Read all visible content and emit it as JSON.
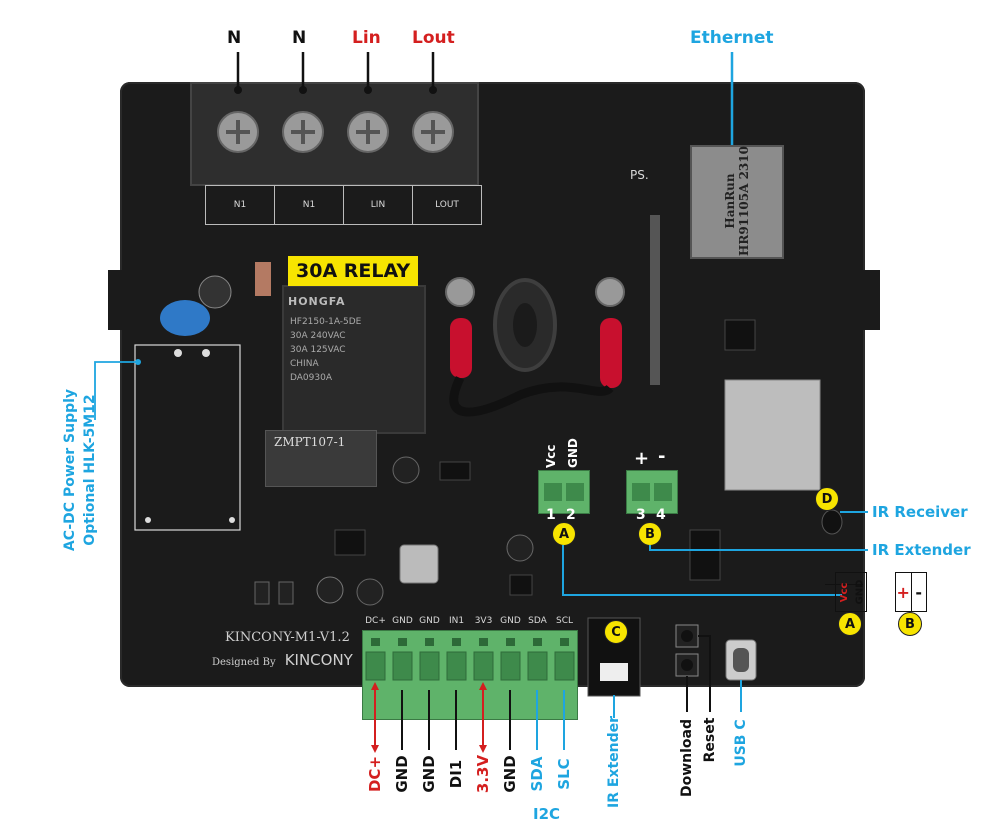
{
  "top_terminals": {
    "labels": [
      {
        "text": "N",
        "color": "#111111"
      },
      {
        "text": "N",
        "color": "#111111"
      },
      {
        "text": "Lin",
        "color": "#d41f1f"
      },
      {
        "text": "Lout",
        "color": "#d41f1f"
      }
    ],
    "silk": [
      "N1",
      "N1",
      "LIN",
      "LOUT"
    ]
  },
  "ethernet": {
    "label": "Ethernet",
    "jack_text_1": "HanRun",
    "jack_text_2": "HR91105A",
    "jack_text_3": "2310"
  },
  "relay": {
    "banner": "30A RELAY",
    "brand": "HONGFA",
    "lines": [
      "HF2150-1A-5DE",
      "30A 240VAC",
      "30A 125VAC",
      "CHINA",
      "DA0930A"
    ]
  },
  "power_supply": {
    "line1": "AC-DC Power Supply",
    "line2": "Optional HLK-5M12"
  },
  "ct_label": "ZMPT107-1",
  "board": {
    "model": "KINCONY-M1-V1.2",
    "designed_by": "Designed By",
    "brand": "KINCONY",
    "ps_text": "PS."
  },
  "connector_a": {
    "pins": [
      "1",
      "2"
    ],
    "top_labels": [
      "Vcc",
      "GND"
    ],
    "badge": "A"
  },
  "connector_b": {
    "pins": [
      "3",
      "4"
    ],
    "top_labels": [
      "+",
      "-"
    ],
    "badge": "B"
  },
  "badges": {
    "c": "C",
    "d": "D"
  },
  "right_labels": {
    "ir_receiver": "IR Receiver",
    "ir_extender": "IR Extender"
  },
  "legend": {
    "a_labels": [
      "Vcc",
      "GND"
    ],
    "a_badge": "A",
    "b_labels": [
      "+",
      "-"
    ],
    "b_badge": "B"
  },
  "bottom_terminal": {
    "silk": [
      "DC+",
      "GND",
      "GND",
      "IN1",
      "3V3",
      "GND",
      "SDA",
      "SCL"
    ],
    "labels": [
      {
        "text": "DC+",
        "color": "#d41f1f"
      },
      {
        "text": "GND",
        "color": "#111111"
      },
      {
        "text": "GND",
        "color": "#111111"
      },
      {
        "text": "DI1",
        "color": "#111111"
      },
      {
        "text": "3.3V",
        "color": "#d41f1f"
      },
      {
        "text": "GND",
        "color": "#111111"
      },
      {
        "text": "SDA",
        "color": "#1ea5e0"
      },
      {
        "text": "SLC",
        "color": "#1ea5e0"
      }
    ],
    "group_label": "I2C"
  },
  "bottom_right_labels": {
    "ir_extender": "IR Extender",
    "download": "Download",
    "reset": "Reset",
    "usb_c": "USB C"
  },
  "colors": {
    "pcb": "#1b1b1b",
    "terminal_green": "#5fb36a",
    "badge_yellow": "#f7e400",
    "label_blue": "#1ea5e0",
    "label_red": "#d41f1f"
  }
}
